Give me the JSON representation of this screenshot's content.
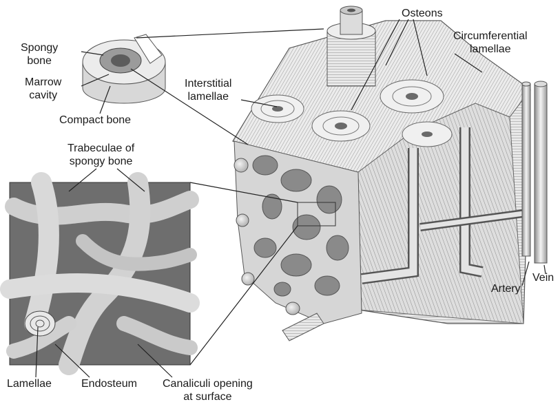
{
  "labels": {
    "spongy_bone": "Spongy\nbone",
    "marrow_cavity": "Marrow\ncavity",
    "compact_bone": "Compact bone",
    "trabeculae": "Trabeculae of\nspongy bone",
    "osteons": "Osteons",
    "circumferential_lamellae": "Circumferential\nlamellae",
    "interstitial_lamellae": "Interstitial\nlamellae",
    "artery": "Artery",
    "vein": "Vein",
    "lamellae": "Lamellae",
    "endosteum": "Endosteum",
    "canaliculi": "Canaliculi opening\nat surface"
  },
  "colors": {
    "ink": "#1a1a1a",
    "bone_light": "#e6e6e6",
    "bone_mid": "#bdbdbd",
    "bone_dark": "#7a7a7a",
    "panel_bg": "#6e6e6e"
  }
}
